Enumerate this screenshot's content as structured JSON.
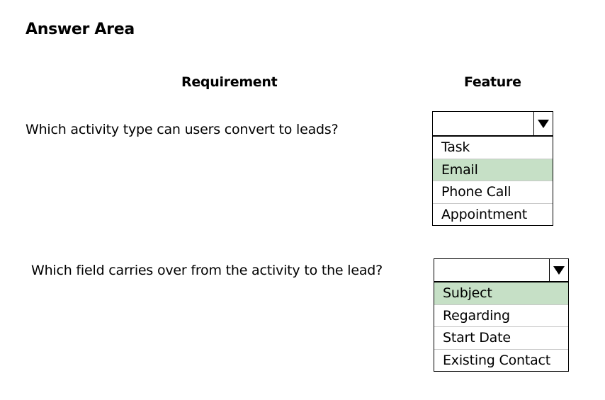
{
  "answer_area": {
    "title": "Answer Area",
    "headers": {
      "requirement": "Requirement",
      "feature": "Feature"
    }
  },
  "questions": [
    {
      "text": "Which activity type can users convert to leads?",
      "options": [
        "Task",
        "Email",
        "Phone Call",
        "Appointment"
      ],
      "selected": "Email"
    },
    {
      "text": "Which field carries over from the activity to the lead?",
      "options": [
        "Subject",
        "Regarding",
        "Start Date",
        "Existing Contact"
      ],
      "selected": "Subject"
    }
  ],
  "colors": {
    "selected_highlight": "#c6e0c6",
    "border": "#000000",
    "divider": "#c8c8c8"
  },
  "icons": {
    "dropdown_arrow": "triangle-down-icon"
  }
}
